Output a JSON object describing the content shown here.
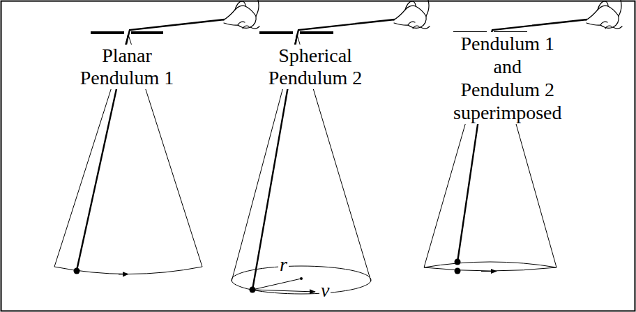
{
  "diagram": {
    "labels": [
      "Planar Pendulum 1",
      "Spherical Pendulum 2",
      "Pendulum 1 and Pendulum 2 superimposed",
      "r",
      "v"
    ]
  }
}
